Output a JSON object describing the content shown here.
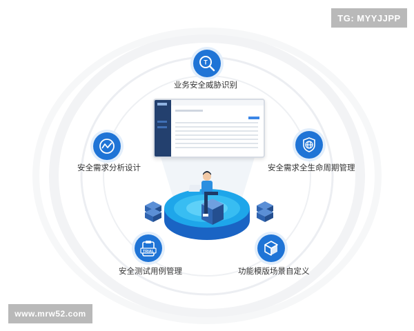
{
  "watermark_top": "TG: MYYJJPP",
  "watermark_bottom": "www.mrw52.com",
  "features": {
    "threat_identification": {
      "label": "业务安全威胁识别",
      "icon": "search-icon"
    },
    "requirement_analysis": {
      "label": "安全需求分析设计",
      "icon": "chart-icon"
    },
    "lifecycle_management": {
      "label": "安全需求全生命周期管理",
      "icon": "shield-globe-icon"
    },
    "test_case_management": {
      "label": "安全测试用例管理",
      "icon": "clipboard-icon",
      "badge_text": "TRIAL"
    },
    "template_customization": {
      "label": "功能模版场景自定义",
      "icon": "cube-icon"
    }
  },
  "colors": {
    "accent": "#1f74d6",
    "accent_light": "#e2eefb",
    "ring": "#eef0f3",
    "platform": "#1aa0e8"
  }
}
